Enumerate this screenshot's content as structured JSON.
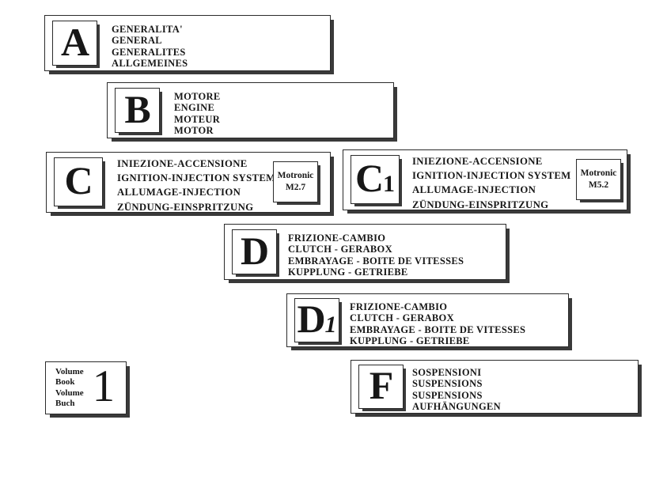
{
  "document": {
    "title": "Workshop Manual Section Index"
  },
  "sections": [
    {
      "key": "a",
      "letter": "A",
      "subscript": "",
      "captions": [
        "GENERALITA'",
        "GENERAL",
        "GENERALITES",
        "ALLGEMEINES"
      ],
      "badge": null
    },
    {
      "key": "b",
      "letter": "B",
      "subscript": "",
      "captions": [
        "MOTORE",
        "ENGINE",
        "MOTEUR",
        "MOTOR"
      ],
      "badge": null
    },
    {
      "key": "c",
      "letter": "C",
      "subscript": "",
      "captions": [
        "INIEZIONE-ACCENSIONE",
        "IGNITION-INJECTION SYSTEM",
        "ALLUMAGE-INJECTION",
        "ZÜNDUNG-EINSPRITZUNG"
      ],
      "badge": {
        "brand": "Motronic",
        "model": "M2.7"
      }
    },
    {
      "key": "c1",
      "letter": "C",
      "subscript": "1",
      "captions": [
        "INIEZIONE-ACCENSIONE",
        "IGNITION-INJECTION SYSTEM",
        "ALLUMAGE-INJECTION",
        "ZÜNDUNG-EINSPRITZUNG"
      ],
      "badge": {
        "brand": "Motronic",
        "model": "M5.2"
      }
    },
    {
      "key": "d",
      "letter": "D",
      "subscript": "",
      "captions": [
        "FRIZIONE-CAMBIO",
        "CLUTCH - GERABOX",
        "EMBRAYAGE - BOITE DE VITESSES",
        "KUPPLUNG - GETRIEBE"
      ],
      "badge": null
    },
    {
      "key": "d1",
      "letter": "D",
      "subscript": "1",
      "captions": [
        "FRIZIONE-CAMBIO",
        "CLUTCH - GERABOX",
        "EMBRAYAGE - BOITE DE VITESSES",
        "KUPPLUNG - GETRIEBE"
      ],
      "badge": null
    },
    {
      "key": "f",
      "letter": "F",
      "subscript": "",
      "captions": [
        "SOSPENSIONI",
        "SUSPENSIONS",
        "SUSPENSIONS",
        "AUFHÄNGUNGEN"
      ],
      "badge": null
    }
  ],
  "volume": {
    "words": [
      "Volume",
      "Book",
      "Volume",
      "Buch"
    ],
    "number": "1"
  },
  "colors": {
    "ink": "#171717",
    "border": "#2b2b2b",
    "shadow": "#3a3a3a",
    "paper": "#ffffff"
  }
}
